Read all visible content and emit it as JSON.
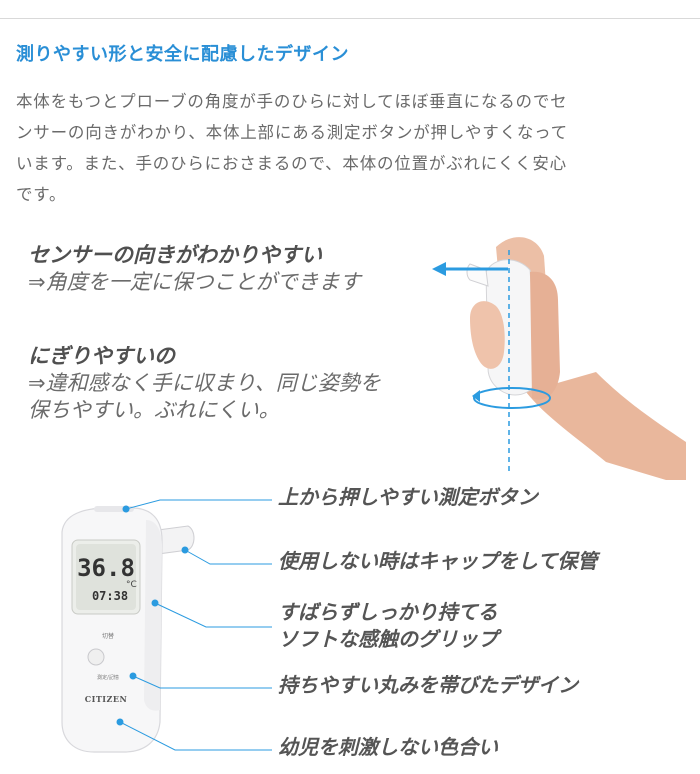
{
  "heading": "測りやすい形と安全に配慮したデザイン",
  "lead": [
    "本体をもつとプローブの角度が手のひらに対してほぼ垂直になるのでセ",
    "ンサーの向きがわかり、本体上部にある測定ボタンが押しやすくなって",
    "います。また、手のひらにおさまるので、本体の位置がぶれにくく安心",
    "です。"
  ],
  "features": [
    {
      "title": "センサーの向きがわかりやすい",
      "lines": [
        "⇒角度を一定に保つことができます"
      ]
    },
    {
      "title": "にぎりやすいの",
      "lines": [
        "⇒違和感なく手に収まり、同じ姿勢を",
        "保ちやすい。ぶれにくい。"
      ]
    }
  ],
  "device": {
    "temperature": "36.8",
    "unit": "°C",
    "time": "07:38",
    "button_label": "切替",
    "button_label2": "測定/記憶",
    "brand": "CITIZEN"
  },
  "callouts": [
    [
      "上から押しやすい測定ボタン"
    ],
    [
      "使用しない時はキャップをして保管"
    ],
    [
      "すばらずしっかり持てる",
      "ソフトな感触のグリップ"
    ],
    [
      "持ちやすい丸みを帯びたデザイン"
    ],
    [
      "幼児を刺激しない色合い"
    ]
  ],
  "colors": {
    "accent": "#2a8fd6",
    "leader": "#2b9be0",
    "text": "#555555"
  }
}
